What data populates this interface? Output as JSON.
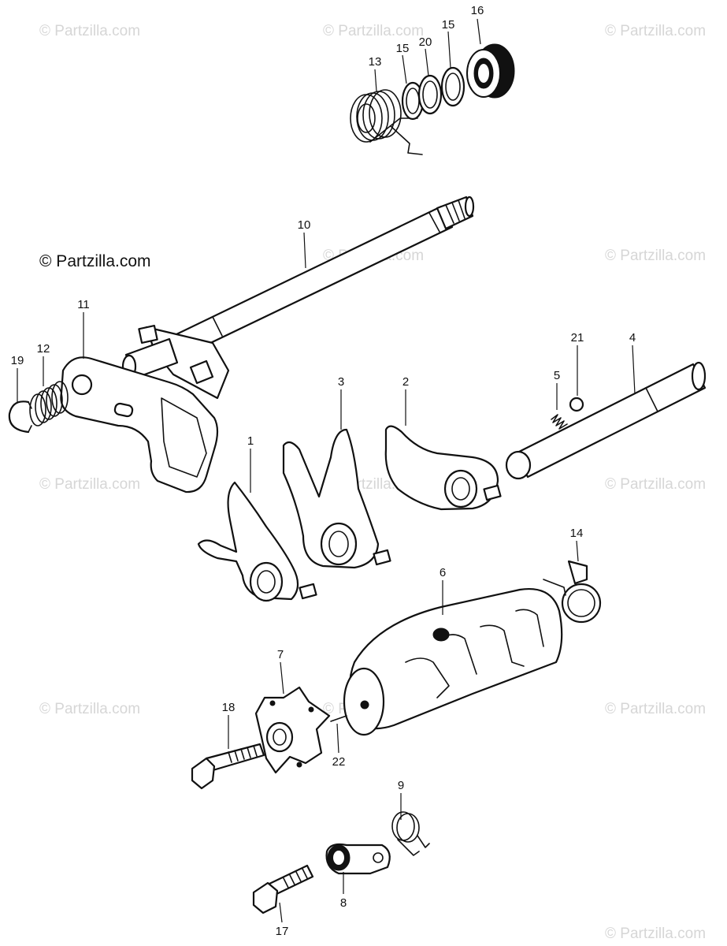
{
  "diagram": {
    "credit": "© Partzilla.com",
    "watermarks": [
      "© Partzilla.com",
      "© Partzilla.com",
      "© Partzilla.com",
      "© Partzilla.com",
      "© Partzilla.com",
      "© Partzilla.com",
      "© Partzilla.com",
      "© Partzilla.com",
      "© Partzilla.com",
      "© Partzilla.com",
      "© Partzilla.com",
      "© Partzilla.com"
    ],
    "callouts": [
      "16",
      "15",
      "20",
      "15",
      "13",
      "10",
      "11",
      "12",
      "19",
      "21",
      "5",
      "4",
      "3",
      "2",
      "1",
      "14",
      "6",
      "7",
      "18",
      "22",
      "9",
      "8",
      "17"
    ]
  },
  "colors": {
    "ink": "#111111",
    "paper": "#ffffff",
    "watermark": "#d6d6d6"
  },
  "parts": [
    "gear-shift-drum-stopper-spring",
    "washer",
    "oil-seal",
    "shift-spindle",
    "gearshift-arm",
    "spring",
    "circlip",
    "neutral-ball",
    "spring-small",
    "fork-guide-shaft",
    "shift-fork-center",
    "shift-fork-left",
    "shift-fork-right",
    "drum-plate",
    "gear-shift-drum",
    "drum-center",
    "bolt",
    "pin",
    "stopper-spring",
    "drum-stopper",
    "bolt-short"
  ]
}
